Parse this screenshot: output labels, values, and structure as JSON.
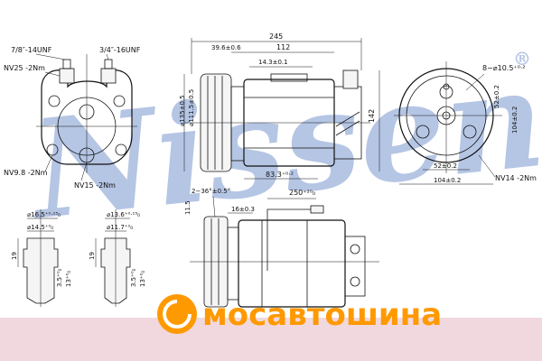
{
  "watermark": {
    "text": "Nissens",
    "registered": "®",
    "color": "#a9bce0"
  },
  "brand": {
    "text": "мосавтошина",
    "color": "#ff9900",
    "band_color": "#e8c8d0"
  },
  "front_view": {
    "label_port_left": "7/8″-14UNF",
    "label_port_right": "3/4″-16UNF",
    "label_torque_top": "NV25 -2Nm",
    "label_torque_bottom": "NV9.8 -2Nm",
    "label_torque_center": "NV15 -2Nm"
  },
  "side_view": {
    "len_total": "245",
    "len_body": "112",
    "len_pulley": "39.6±0.6",
    "len_inner": "14.3±0.1",
    "dia_pulley": "⌀135±0.5",
    "dia_groove": "⌀111.5±0.5",
    "len_mount": "83.3⁺⁰·²",
    "height": "142"
  },
  "rear_view": {
    "holes": "8−⌀10.5⁺⁰·²",
    "dim_v1": "52±0.2",
    "dim_v2": "104±0.2",
    "dim_h1": "52±0.2",
    "dim_h2": "104±0.2",
    "torque": "NV14 -2Nm"
  },
  "bottom_view": {
    "belt": "2−36°±0.5°",
    "height_left": "11.5",
    "offset": "16±0.3",
    "wire_len": "250⁺²⁰₀"
  },
  "fitting_a": {
    "dia_outer": "⌀16.5⁺⁰·¹⁵₀",
    "dia_inner": "⌀14.5⁺⁰₀",
    "height": "19",
    "depth_a": "3.5⁺⁰₀",
    "depth_b": "13⁺⁰₀"
  },
  "fitting_b": {
    "dia_outer": "⌀13.6⁺⁰·¹⁵₀",
    "dia_inner": "⌀11.7⁺⁰₀",
    "height": "19",
    "depth_a": "3.5⁺⁰₀",
    "depth_b": "13⁺⁰₀"
  }
}
